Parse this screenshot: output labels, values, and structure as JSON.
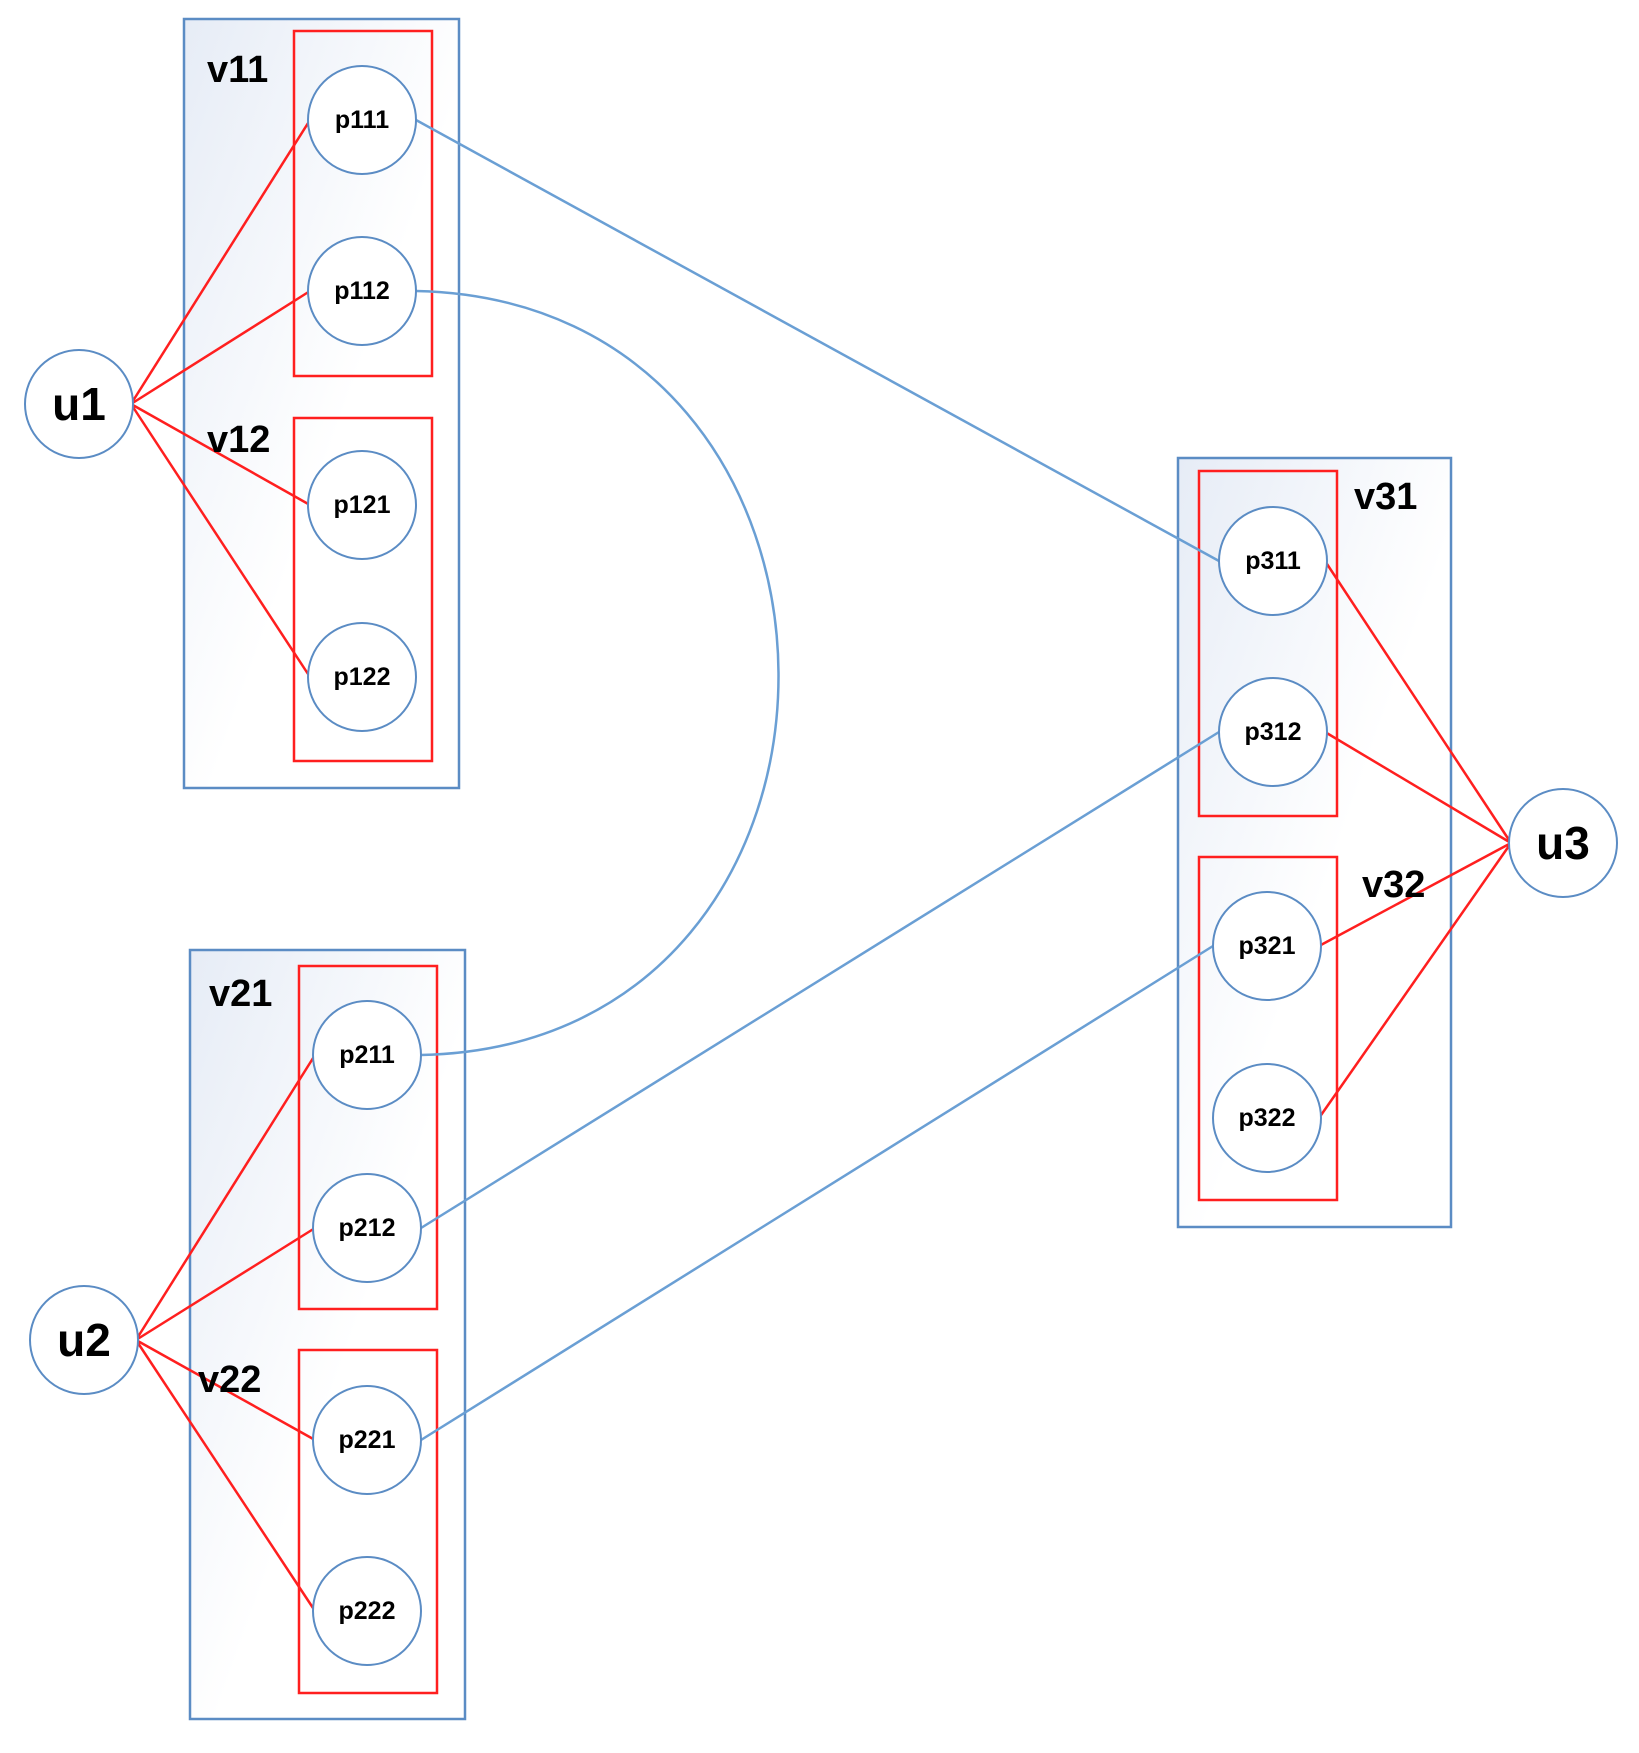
{
  "colors": {
    "box_border": "#5b8cc4",
    "sub_box_border": "#ff1f1f",
    "node_border": "#5b8cc4",
    "inner_edge": "#ff1f1f",
    "cross_edge": "#6a9fd4",
    "box_fill_top": "#e6ecf6",
    "box_fill_bottom": "#ffffff"
  },
  "users": [
    {
      "id": "u1",
      "label": "u1"
    },
    {
      "id": "u2",
      "label": "u2"
    },
    {
      "id": "u3",
      "label": "u3"
    }
  ],
  "groups": [
    {
      "id": "v11",
      "label": "v11"
    },
    {
      "id": "v12",
      "label": "v12"
    },
    {
      "id": "v21",
      "label": "v21"
    },
    {
      "id": "v22",
      "label": "v22"
    },
    {
      "id": "v31",
      "label": "v31"
    },
    {
      "id": "v32",
      "label": "v32"
    }
  ],
  "nodes": [
    {
      "id": "p111",
      "label": "p111"
    },
    {
      "id": "p112",
      "label": "p112"
    },
    {
      "id": "p121",
      "label": "p121"
    },
    {
      "id": "p122",
      "label": "p122"
    },
    {
      "id": "p211",
      "label": "p211"
    },
    {
      "id": "p212",
      "label": "p212"
    },
    {
      "id": "p221",
      "label": "p221"
    },
    {
      "id": "p222",
      "label": "p222"
    },
    {
      "id": "p311",
      "label": "p311"
    },
    {
      "id": "p312",
      "label": "p312"
    },
    {
      "id": "p321",
      "label": "p321"
    },
    {
      "id": "p322",
      "label": "p322"
    }
  ],
  "edges": {
    "user_links": [
      [
        "u1",
        "p111"
      ],
      [
        "u1",
        "p112"
      ],
      [
        "u1",
        "p121"
      ],
      [
        "u1",
        "p122"
      ],
      [
        "u2",
        "p211"
      ],
      [
        "u2",
        "p212"
      ],
      [
        "u2",
        "p221"
      ],
      [
        "u2",
        "p222"
      ],
      [
        "u3",
        "p311"
      ],
      [
        "u3",
        "p312"
      ],
      [
        "u3",
        "p321"
      ],
      [
        "u3",
        "p322"
      ]
    ],
    "cross_links": [
      [
        "p111",
        "p311"
      ],
      [
        "p112",
        "p211"
      ],
      [
        "p212",
        "p312"
      ],
      [
        "p221",
        "p321"
      ]
    ]
  }
}
